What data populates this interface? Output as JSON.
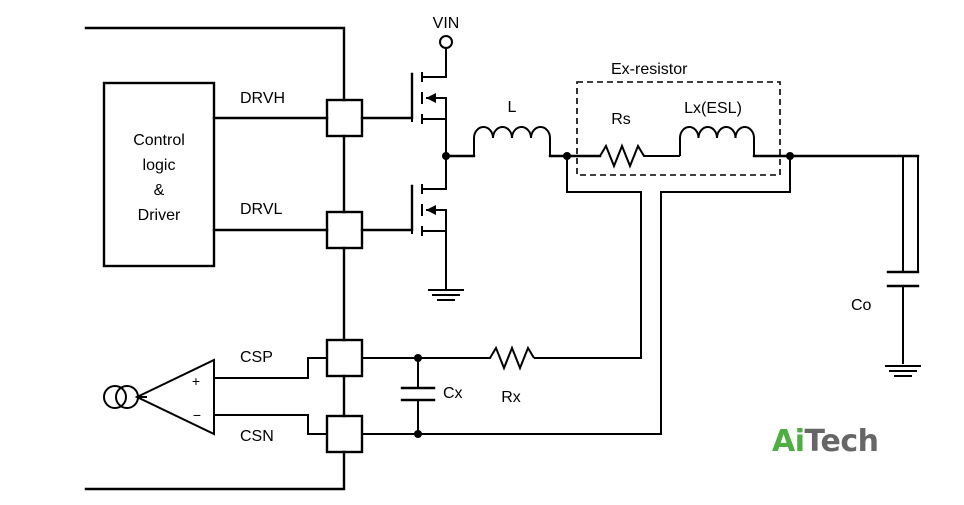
{
  "labels": {
    "vin": "VIN",
    "drvh": "DRVH",
    "drvl": "DRVL",
    "inductor": "L",
    "ex_resistor": "Ex-resistor",
    "rs": "Rs",
    "lx": "Lx(ESL)",
    "co": "Co",
    "csp": "CSP",
    "csn": "CSN",
    "cx": "Cx",
    "rx": "Rx",
    "control_line1": "Control",
    "control_line2": "logic",
    "control_line3": "&",
    "control_line4": "Driver",
    "plus": "+",
    "minus": "−"
  },
  "logo": {
    "part1": "Ai",
    "part2": "Tech"
  },
  "colors": {
    "wire": "#000000",
    "logo_green": "#4caf3f",
    "logo_gray": "#666666"
  }
}
